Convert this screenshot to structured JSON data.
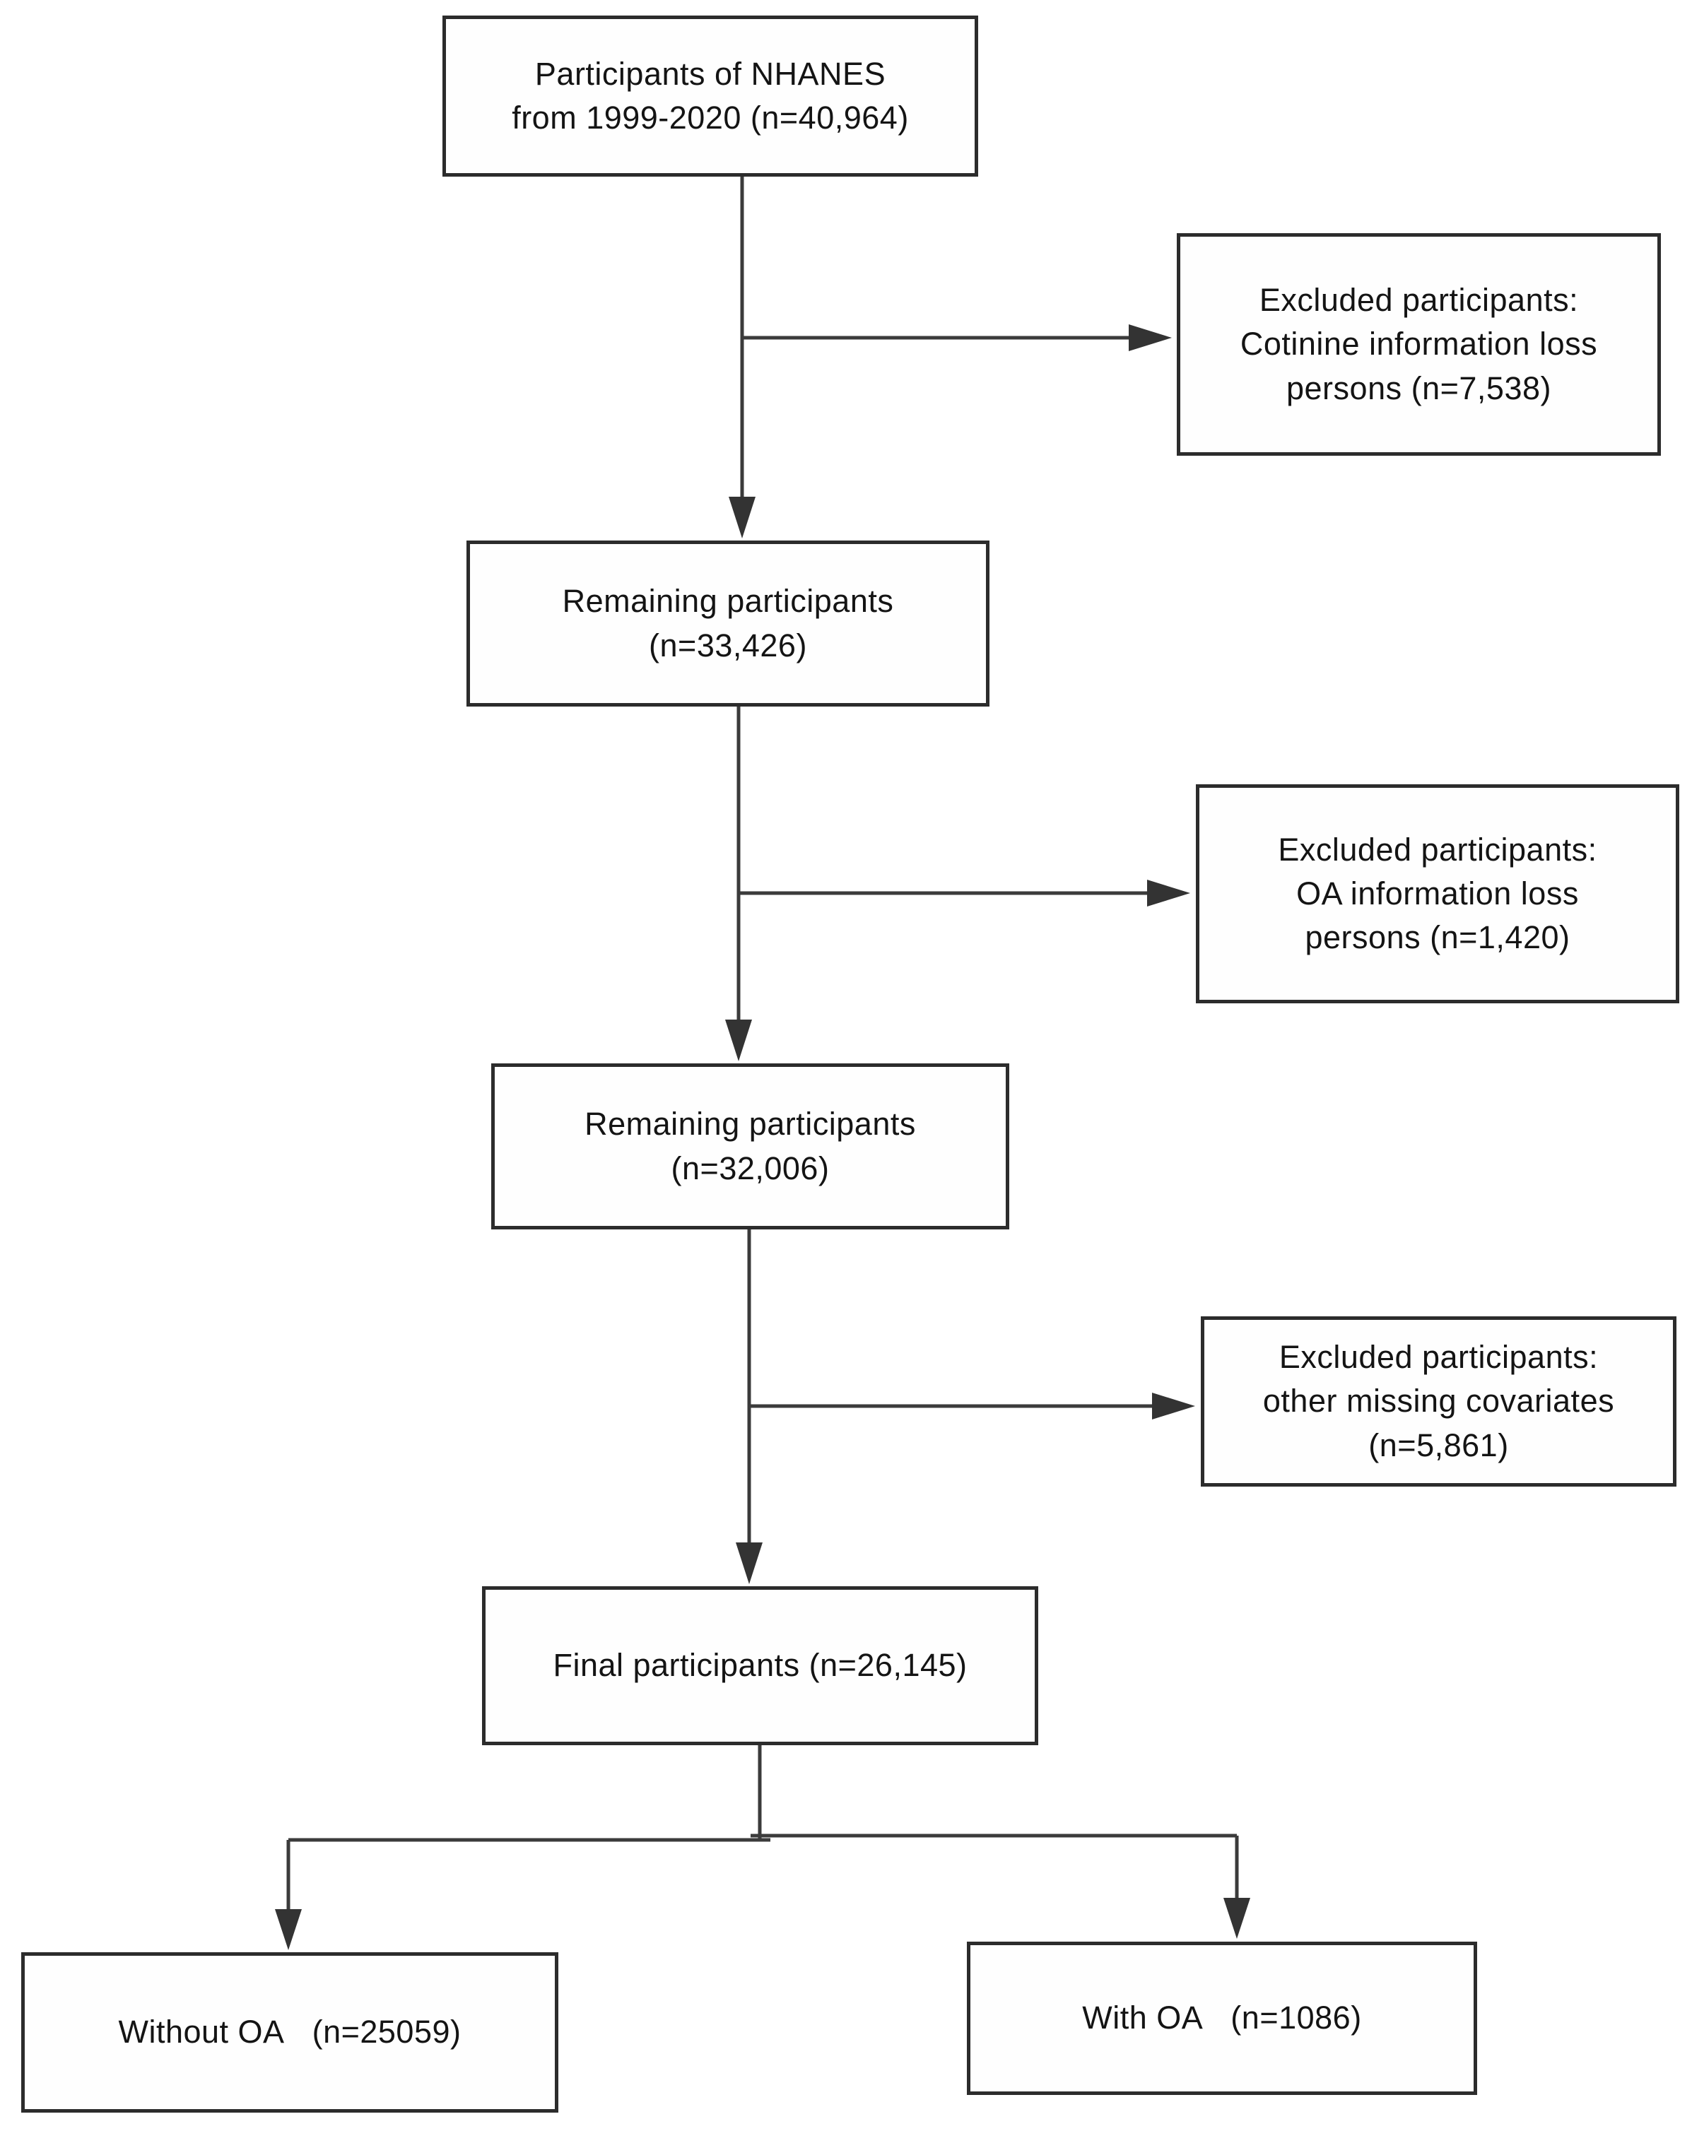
{
  "palette": {
    "ink": "#2c2c2c",
    "line": "#3b3b3b",
    "background": "#ffffff",
    "text": "#141414"
  },
  "nodes": {
    "start": {
      "lines": [
        "Participants of NHANES",
        "from 1999-2020 (n=40,964)"
      ],
      "n": 40964
    },
    "excluded_cotinine": {
      "lines": [
        "Excluded participants:",
        "Cotinine information loss",
        "persons (n=7,538)"
      ],
      "n": 7538
    },
    "remaining_1": {
      "lines": [
        "Remaining participants",
        "(n=33,426)"
      ],
      "n": 33426
    },
    "excluded_oa_info": {
      "lines": [
        "Excluded participants:",
        "OA information loss",
        "persons (n=1,420)"
      ],
      "n": 1420
    },
    "remaining_2": {
      "lines": [
        "Remaining participants",
        "(n=32,006)"
      ],
      "n": 32006
    },
    "excluded_covariates": {
      "lines": [
        "Excluded participants:",
        "other missing covariates",
        "(n=5,861)"
      ],
      "n": 5861
    },
    "final": {
      "lines": [
        "Final participants (n=26,145)"
      ],
      "n": 26145
    },
    "without_oa": {
      "lines": [
        "Without OA   (n=25059)"
      ],
      "n": 25059
    },
    "with_oa": {
      "lines": [
        "With OA   (n=1086)"
      ],
      "n": 1086
    }
  },
  "edges": [
    {
      "from": "start",
      "to": "remaining_1",
      "type": "arrow-down"
    },
    {
      "from": "start",
      "to": "excluded_cotinine",
      "type": "arrow-branch-right"
    },
    {
      "from": "remaining_1",
      "to": "remaining_2",
      "type": "arrow-down"
    },
    {
      "from": "remaining_1",
      "to": "excluded_oa_info",
      "type": "arrow-branch-right"
    },
    {
      "from": "remaining_2",
      "to": "final",
      "type": "arrow-down"
    },
    {
      "from": "remaining_2",
      "to": "excluded_covariates",
      "type": "arrow-branch-right"
    },
    {
      "from": "final",
      "to": "without_oa",
      "type": "arrow-split-left"
    },
    {
      "from": "final",
      "to": "with_oa",
      "type": "arrow-split-right"
    }
  ]
}
